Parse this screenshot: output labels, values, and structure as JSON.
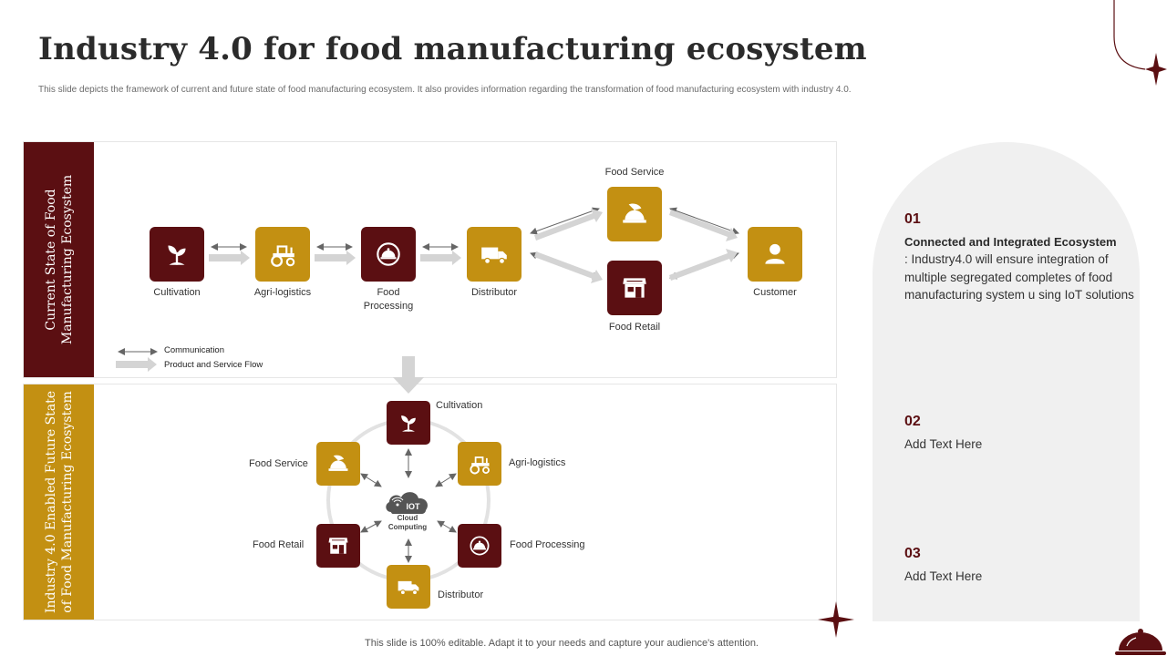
{
  "header": {
    "title": "Industry 4.0 for food manufacturing ecosystem",
    "subtitle": "This slide depicts the framework of current and future state of food manufacturing  ecosystem. It also provides information regarding the transformation of food manufacturing ecosystem with industry 4.0."
  },
  "current_state": {
    "side_label_line1": "Current State of Food",
    "side_label_line2": "Manufacturing  Ecosystem",
    "nodes": {
      "cultivation": "Cultivation",
      "agri_logistics": "Agri-logistics",
      "food_processing_line1": "Food",
      "food_processing_line2": "Processing",
      "distributor": "Distributor",
      "food_service": "Food Service",
      "food_retail": "Food Retail",
      "customer": "Customer"
    },
    "legend": {
      "communication": "Communication",
      "flow": "Product and Service Flow"
    }
  },
  "future_state": {
    "side_label_line1": "Industry 4.0 Enabled Future State",
    "side_label_line2": "of Food Manufacturing Ecosystem",
    "hub": {
      "iot": "IOT",
      "line1": "Cloud",
      "line2": "Computing"
    },
    "nodes": {
      "cultivation": "Cultivation",
      "agri_logistics": "Agri-logistics",
      "food_processing": "Food Processing",
      "distributor": "Distributor",
      "food_retail": "Food Retail",
      "food_service": "Food Service"
    }
  },
  "sidebar": {
    "items": [
      {
        "number": "01",
        "title": "Connected and Integrated Ecosystem",
        "body": ": Industry4.0 will ensure integration of multiple segregated completes of food manufacturing system u sing IoT solutions"
      },
      {
        "number": "02",
        "title": "",
        "body": "Add Text Here"
      },
      {
        "number": "03",
        "title": "",
        "body": "Add Text Here"
      }
    ]
  },
  "footer": {
    "text": "This slide is 100% editable. Adapt it to your needs and capture your audience's attention."
  },
  "colors": {
    "dark": "#5b0f12",
    "gold": "#c39012",
    "arrow": "#d4d4d4",
    "panel_border": "#e6e6e6"
  },
  "icons": {
    "cultivation": "sprout-icon",
    "agri_logistics": "tractor-icon",
    "food_processing": "pot-icon",
    "distributor": "truck-icon",
    "food_service": "serving-dish-icon",
    "food_retail": "store-icon",
    "customer": "user-icon",
    "hub": "cloud-icon",
    "decor": "cloche-icon"
  }
}
